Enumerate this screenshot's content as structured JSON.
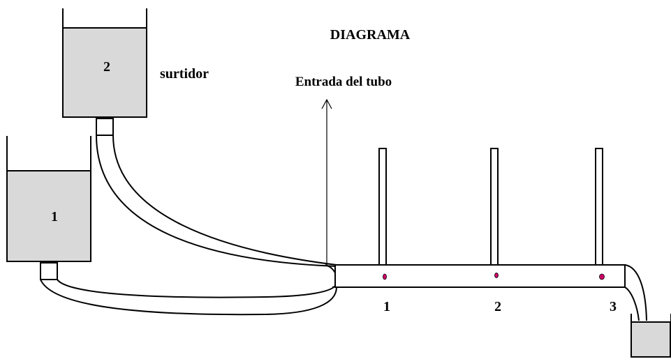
{
  "title": "DIAGRAMA",
  "tanks": {
    "tank1_label": "1",
    "tank2_label": "2",
    "tank2_caption": "surtidor"
  },
  "inlet_label": "Entrada del tubo",
  "piezometers": [
    "1",
    "2",
    "3"
  ],
  "colors": {
    "tank_fill": "#d9d9d9",
    "stroke": "#000000",
    "hole": "#cc0066"
  }
}
